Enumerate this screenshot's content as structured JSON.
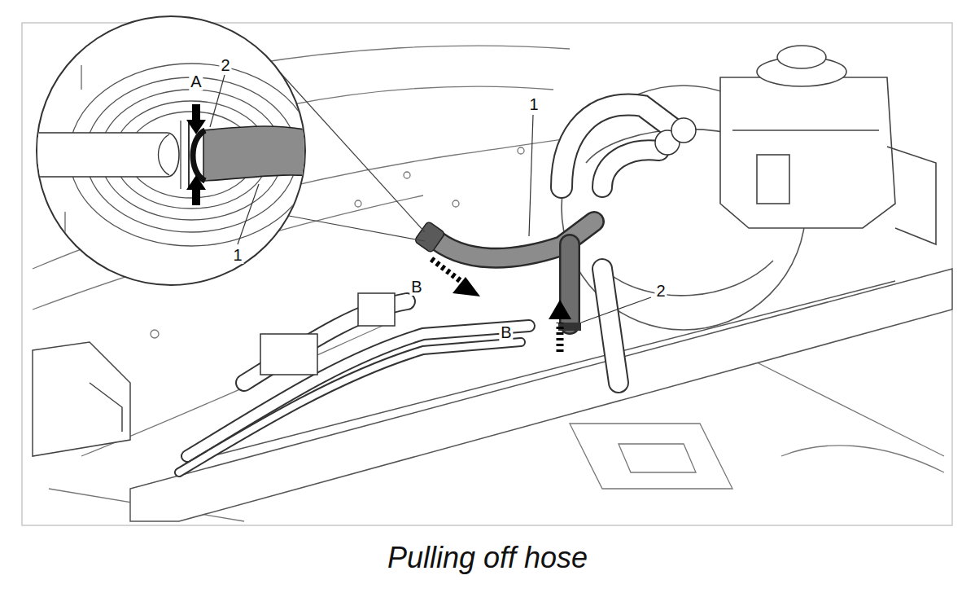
{
  "diagram": {
    "caption": "Pulling off hose",
    "labels": [
      "A",
      "2",
      "1",
      "1",
      "B",
      "B",
      "2"
    ]
  }
}
